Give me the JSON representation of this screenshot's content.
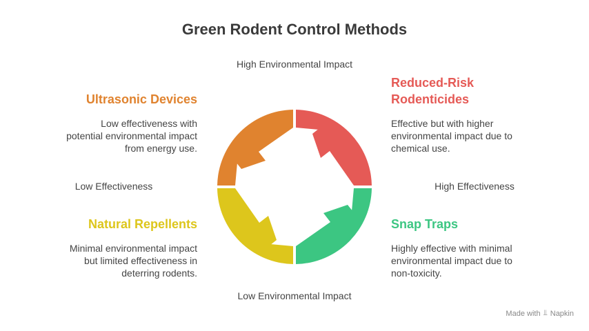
{
  "title": "Green Rodent Control Methods",
  "axes": {
    "top": "High Environmental Impact",
    "bottom": "Low Environmental Impact",
    "left": "Low Effectiveness",
    "right": "High Effectiveness"
  },
  "quadrants": [
    {
      "id": "ultrasonic",
      "title": "Ultrasonic Devices",
      "description": "Low effectiveness with potential environmental impact from energy use.",
      "color": "#E0832F"
    },
    {
      "id": "reduced",
      "title": "Reduced-Risk Rodenticides",
      "description": "Effective but with higher environmental impact due to chemical use.",
      "color": "#E55A56"
    },
    {
      "id": "natural",
      "title": "Natural Repellents",
      "description": "Minimal environmental impact but limited effectiveness in deterring rodents.",
      "color": "#DDC61C"
    },
    {
      "id": "snap",
      "title": "Snap Traps",
      "description": "Highly effective with minimal environmental impact due to non-toxicity.",
      "color": "#3CC682"
    }
  ],
  "footer": {
    "made_with": "Made with",
    "brand": "Napkin",
    "icon": "napkin-logo-icon"
  }
}
